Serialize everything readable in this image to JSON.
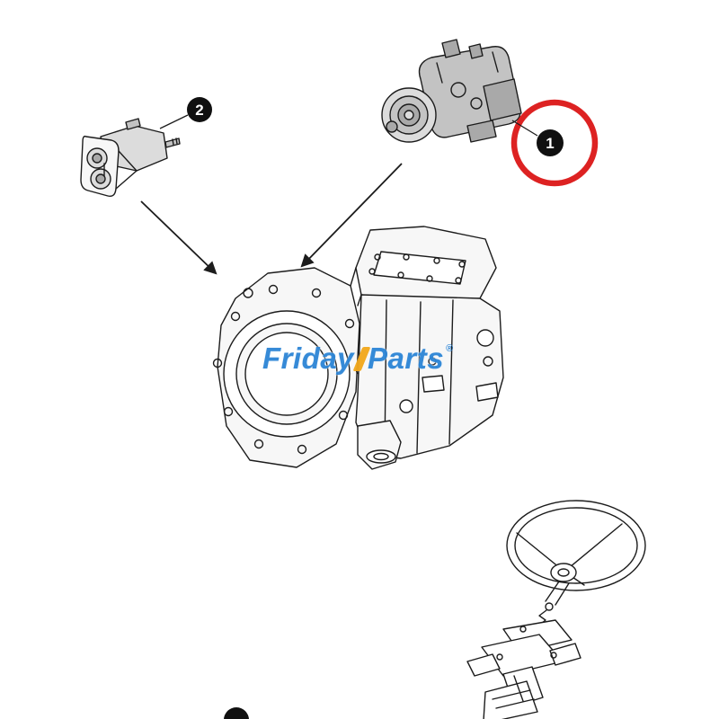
{
  "diagram": {
    "description": "Exploded parts diagram showing two hydraulic pumps, a transmission housing, and a steering wheel with steering column",
    "background": "#ffffff",
    "line_color": "#1c1c1c",
    "callouts": [
      {
        "label": "1",
        "part": "hydraulic piston pump",
        "highlighted": true
      },
      {
        "label": "2",
        "part": "hydraulic gear pump",
        "highlighted": false
      }
    ],
    "highlight": {
      "shape": "circle",
      "color": "#dd2222"
    },
    "watermark": {
      "text_left": "Friday",
      "text_right": "Parts",
      "registered_mark": "®",
      "blue": "#2e86d6",
      "yellow": "#f2a81d"
    }
  }
}
